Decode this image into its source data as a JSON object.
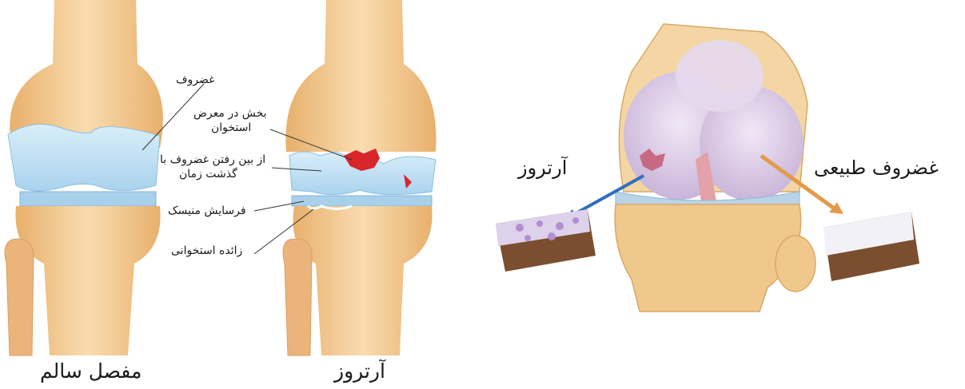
{
  "left_figure": {
    "healthy_caption": "مفصل سالم",
    "arthrosis_caption": "آرتروز",
    "labels": {
      "cartilage": "غضروف",
      "exposed_bone_line1": "بخش در معرض",
      "exposed_bone_line2": "استخوان",
      "cartilage_loss_line1": "از بین رفتن غضروف با",
      "cartilage_loss_line2": "گذشت زمان",
      "meniscus_wear": "فرسایش منیسک",
      "bone_spur": "زائده استخوانی"
    }
  },
  "right_figure": {
    "arthrosis_label": "آرتروز",
    "normal_cartilage_label": "غضروف طبیعی"
  },
  "colors": {
    "bone": "#f2c892",
    "bone_shade": "#e3a865",
    "cartilage": "#bfe0f2",
    "meniscus": "#a9d0ea",
    "damage": "#d8262a",
    "blue_arrow": "#2f6fbf",
    "orange_arrow": "#e39a4a"
  }
}
